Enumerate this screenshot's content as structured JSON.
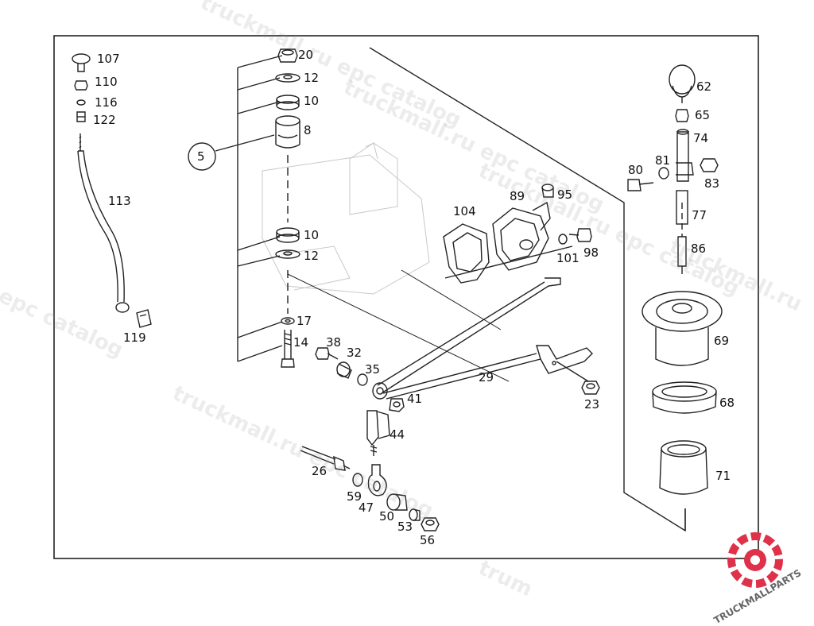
{
  "watermark": {
    "text_a": "truckmall.ru epc catalog",
    "text_b": "truckmall.ru",
    "text_c": "l epc catalog",
    "text_d": "trum"
  },
  "logo": {
    "text": "TRUCKMALLPARTS",
    "color_dark": "#555555",
    "color_accent": "#e0314a"
  },
  "callouts": {
    "p107": "107",
    "p110": "110",
    "p116": "116",
    "p122": "122",
    "p113": "113",
    "p119": "119",
    "p20": "20",
    "p12a": "12",
    "p10a": "10",
    "p8": "8",
    "p5": "5",
    "p10b": "10",
    "p12b": "12",
    "p17": "17",
    "p14": "14",
    "p38": "38",
    "p32": "32",
    "p35": "35",
    "p41": "41",
    "p29": "29",
    "p23": "23",
    "p44": "44",
    "p26": "26",
    "p59": "59",
    "p47": "47",
    "p50": "50",
    "p53": "53",
    "p56": "56",
    "p104": "104",
    "p89": "89",
    "p95": "95",
    "p101": "101",
    "p98": "98",
    "p62": "62",
    "p65": "65",
    "p74": "74",
    "p80": "80",
    "p81": "81",
    "p83": "83",
    "p77": "77",
    "p86": "86",
    "p69": "69",
    "p68": "68",
    "p71": "71"
  }
}
